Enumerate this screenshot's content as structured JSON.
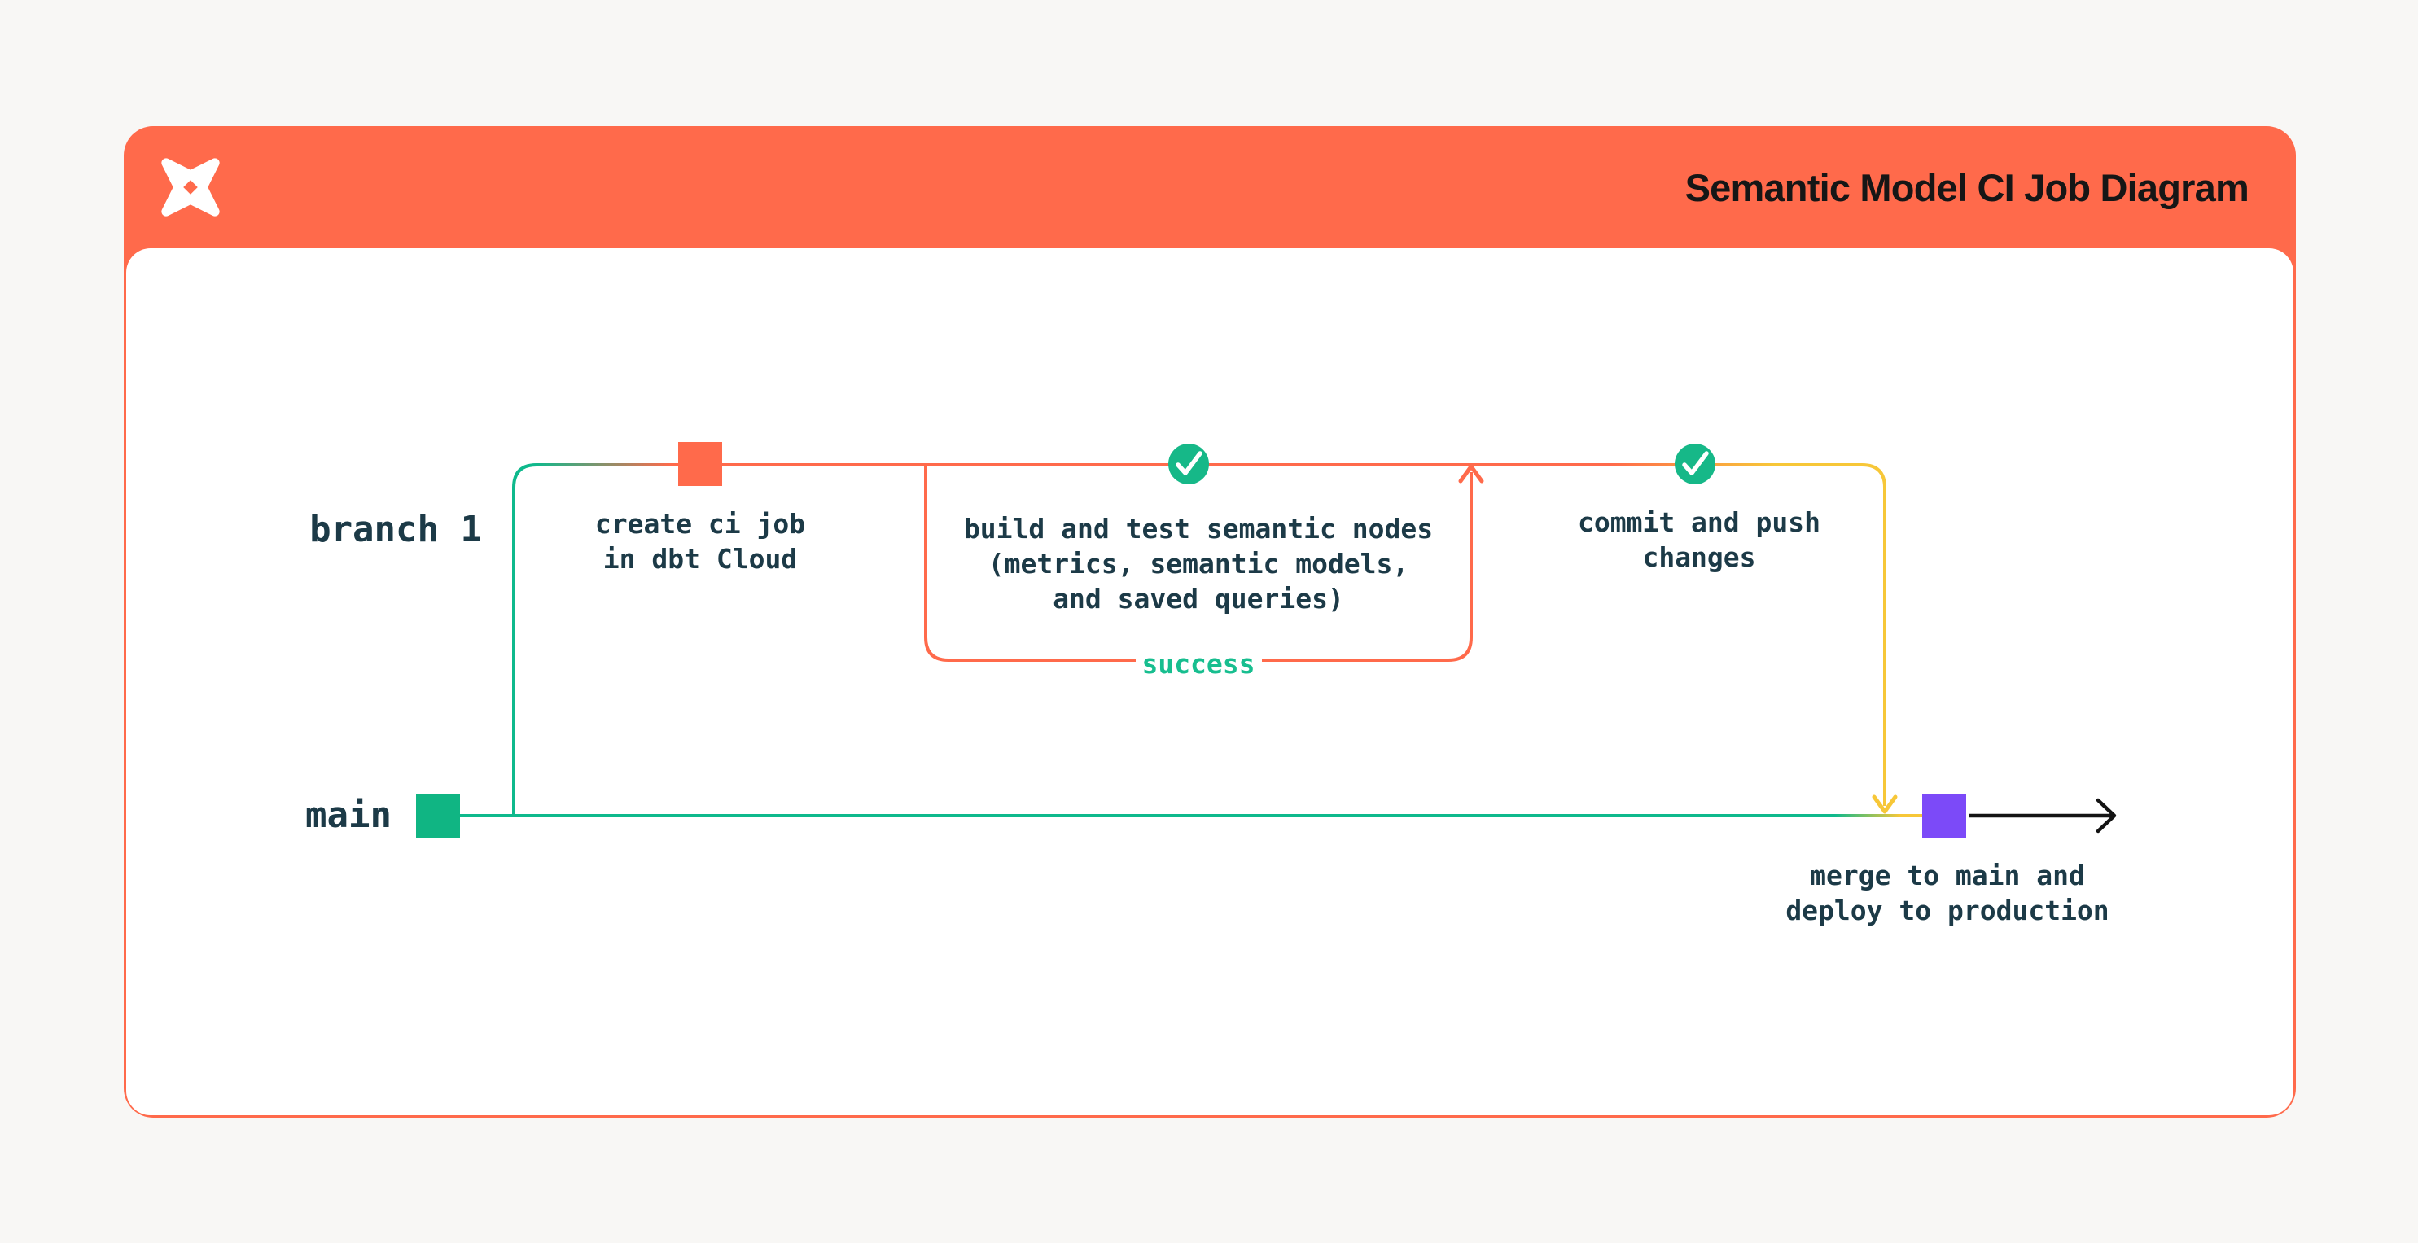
{
  "header": {
    "title": "Semantic Model CI Job Diagram",
    "logo_icon": "dbt-pinwheel-logo"
  },
  "diagram": {
    "branch_label": "branch 1",
    "main_label": "main",
    "nodes": {
      "create_ci": "create ci job\nin dbt Cloud",
      "build_test": "build and test semantic nodes\n(metrics, semantic models,\nand saved queries)",
      "commit_push": "commit and push\nchanges",
      "merge_deploy": "merge to main and\ndeploy to production",
      "success": "success"
    },
    "icons": {
      "check": "check-circle",
      "up_arrow": "arrow-up",
      "down_arrow": "arrow-down",
      "right_arrow": "arrow-right"
    }
  },
  "colors": {
    "page_bg": "#F8F7F5",
    "card_orange": "#FF6A4B",
    "card_body": "#FFFFFF",
    "line_green": "#0EB98C",
    "node_green": "#10B583",
    "check_green": "#16B888",
    "success_green": "#17BE8F",
    "yellow": "#F7C738",
    "purple": "#7C4AF8",
    "arrow_black": "#141414",
    "text_dark": "#1C3A47",
    "title_dark": "#161616",
    "logo_white": "#FFFFFF"
  }
}
